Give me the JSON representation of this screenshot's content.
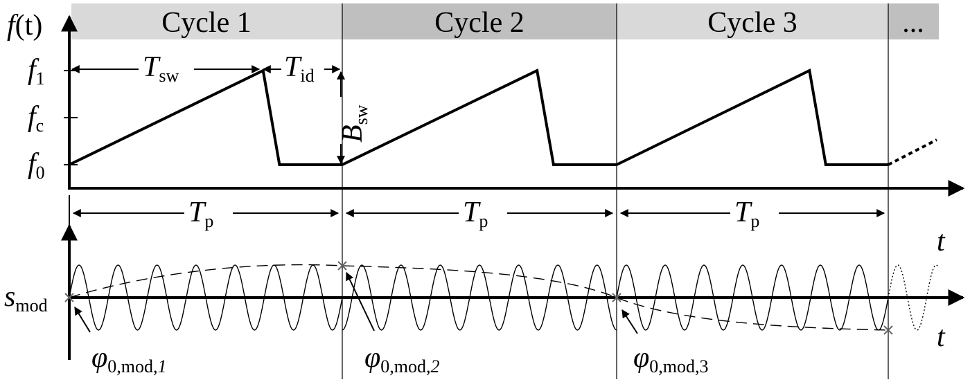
{
  "cycles": [
    {
      "label": "Cycle 1",
      "color": "#d9d9d9"
    },
    {
      "label": "Cycle 2",
      "color": "#bfbfbf"
    },
    {
      "label": "Cycle 3",
      "color": "#d9d9d9"
    },
    {
      "label": "...",
      "color": "#bfbfbf"
    }
  ],
  "upper_axis": {
    "y_symbol": "f",
    "y_paren": "(t)",
    "x_symbol": "t",
    "levels": [
      {
        "base": "f",
        "sub": "1"
      },
      {
        "base": "f",
        "sub": "c"
      },
      {
        "base": "f",
        "sub": "0"
      }
    ]
  },
  "annotations": {
    "t_sw": {
      "base": "T",
      "sub": "sw"
    },
    "t_id": {
      "base": "T",
      "sub": "id"
    },
    "b_sw": {
      "base": "B",
      "sub": "sw"
    },
    "t_p": {
      "base": "T",
      "sub": "p"
    }
  },
  "lower_axis": {
    "y_base": "s",
    "y_sub": "mod",
    "x_symbol": "t"
  },
  "phase_labels": [
    {
      "base": "φ",
      "sub": "0,mod,",
      "idx": "1"
    },
    {
      "base": "φ",
      "sub": "0,mod,",
      "idx": "2"
    },
    {
      "base": "φ",
      "sub": "0,mod,",
      "idx": "3"
    }
  ],
  "signal": {
    "periods_per_cycle": 7,
    "ramp_fraction": 0.71,
    "fall_fraction": 0.06
  }
}
